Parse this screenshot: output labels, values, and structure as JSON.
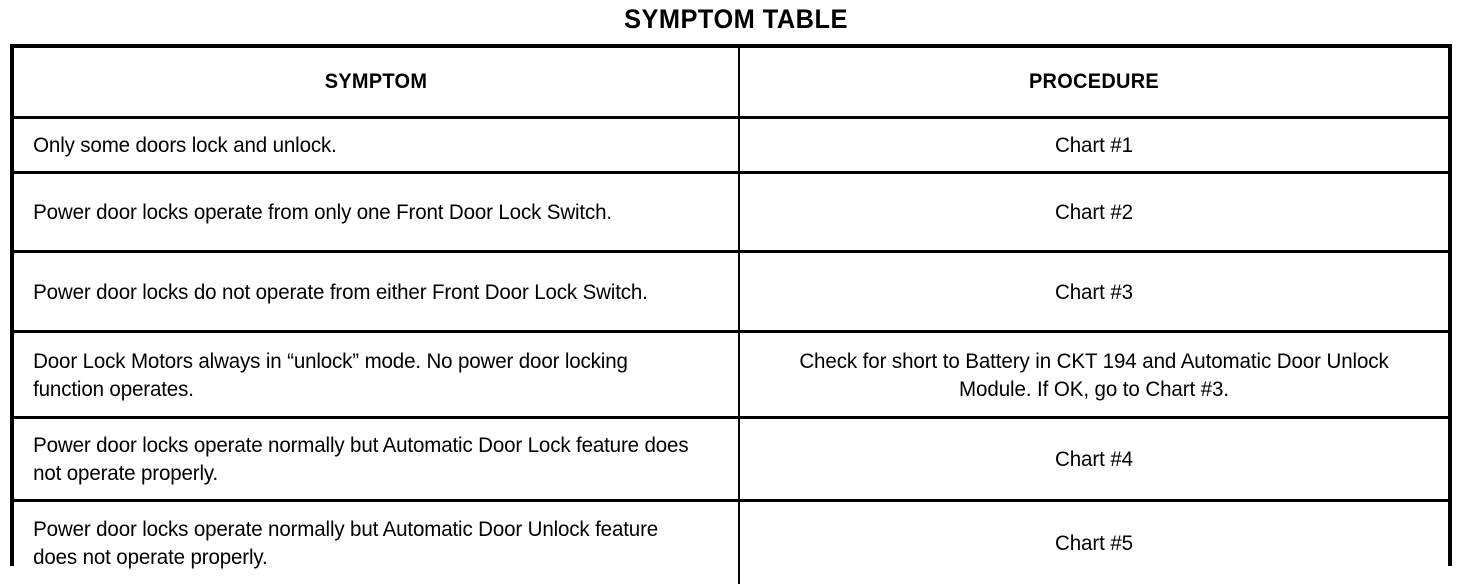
{
  "document": {
    "title": "SYMPTOM TABLE"
  },
  "table": {
    "columns": [
      {
        "key": "symptom",
        "label": "SYMPTOM"
      },
      {
        "key": "procedure",
        "label": "PROCEDURE"
      }
    ],
    "rows": [
      {
        "symptom": "Only some doors lock and unlock.",
        "procedure": "Chart #1"
      },
      {
        "symptom": "Power door locks operate from only one Front Door Lock Switch.",
        "procedure": "Chart #2"
      },
      {
        "symptom": "Power door locks do not operate from either Front Door Lock Switch.",
        "procedure": "Chart #3"
      },
      {
        "symptom": "Door Lock Motors always in “unlock” mode. No power door locking function operates.",
        "procedure": "Check for short to Battery in CKT 194 and Automatic Door Unlock Module. If OK, go to Chart #3."
      },
      {
        "symptom": "Power door locks operate normally but Automatic Door Lock feature does not operate properly.",
        "procedure": "Chart #4"
      },
      {
        "symptom": "Power door locks operate normally but Automatic Door Unlock feature does not operate properly.",
        "procedure": "Chart #5"
      }
    ]
  },
  "colors": {
    "ink": "#000000",
    "paper": "#ffffff"
  }
}
